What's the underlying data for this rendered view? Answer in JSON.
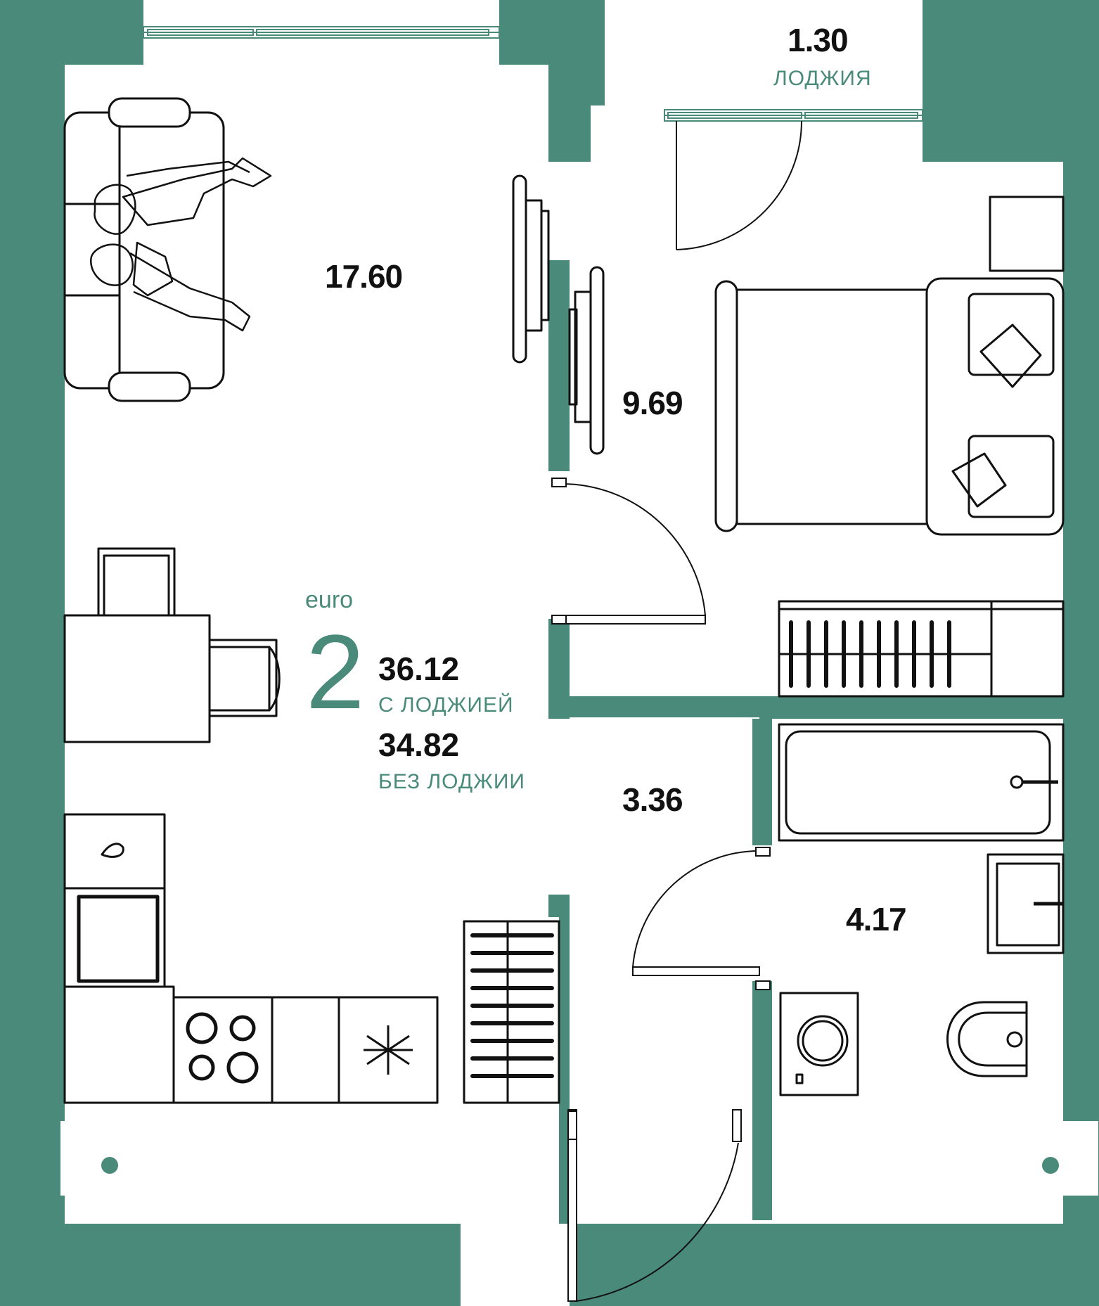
{
  "colors": {
    "wall": "#4a8a7a",
    "accent": "#4a8a7a",
    "furniture": "#111111",
    "floor": "#ffffff"
  },
  "plan": {
    "type_label": "euro",
    "rooms_count": "2",
    "total_with_loggia": "36.12",
    "with_loggia_label": "С ЛОДЖИЕЙ",
    "total_without_loggia": "34.82",
    "without_loggia_label": "БЕЗ ЛОДЖИИ"
  },
  "rooms": {
    "living_kitchen": "17.60",
    "bedroom": "9.69",
    "hallway": "3.36",
    "bathroom": "4.17",
    "loggia": "1.30",
    "loggia_label": "ЛОДЖИЯ"
  },
  "icons": [
    "sofa-icon",
    "people-icon",
    "tv-icon",
    "bed-icon",
    "table-icon",
    "chair-icon",
    "sink-icon",
    "stove-icon",
    "fridge-icon",
    "radiator-icon",
    "bathtub-icon",
    "washbasin-icon",
    "washing-machine-icon",
    "toilet-icon",
    "door-icon",
    "window-icon"
  ]
}
